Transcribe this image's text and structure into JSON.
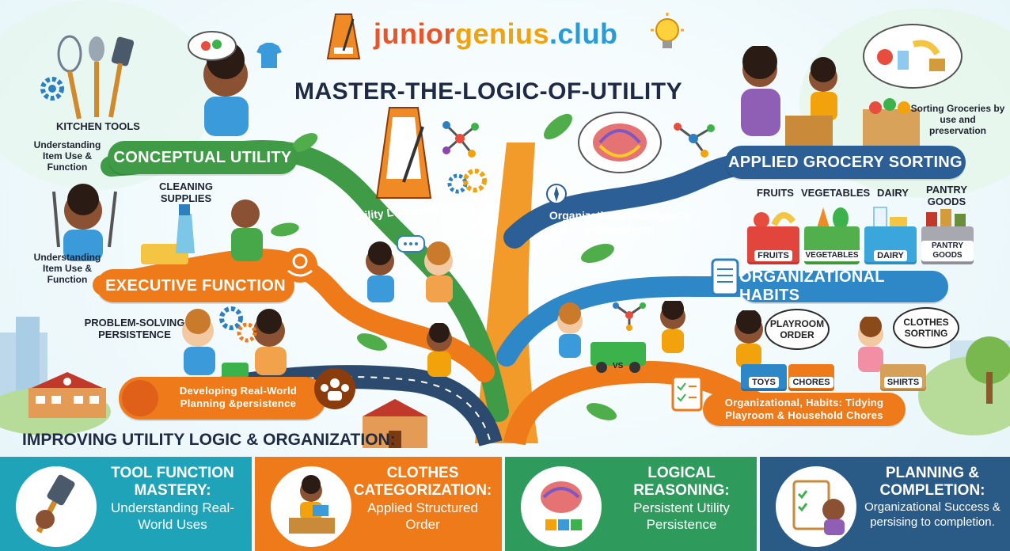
{
  "header": {
    "brand": {
      "parts": [
        "junior",
        "genius",
        ".club"
      ],
      "colors": [
        "#e8552a",
        "#f2a20a",
        "#2b9bd6"
      ]
    },
    "title": "MASTER-THE-LOGIC-OF-UTILITY"
  },
  "left": {
    "kitchen_tools": "KITCHEN TOOLS",
    "understanding_1": "Understanding Item Use & Function",
    "conceptual_utility": "CONCEPTUAL UTILITY",
    "cleaning_supplies": "CLEANING SUPPLIES",
    "understanding_2": "Understanding Item Use & Function",
    "executive_function": "EXECUTIVE FUNCTION",
    "problem_solving": "PROBLEM-SOLVING PERSISTENCE",
    "developing": "Developing Real-World Planning &persistence"
  },
  "center": {
    "utility_pathway": "Utility Logic Pathway",
    "org_intelligence": "Organizational Intelligence Achievement",
    "vs": "VS"
  },
  "right": {
    "sorting_note": "Sorting Groceries by use and preservation",
    "applied_grocery": "APPLIED GROCERY SORTING",
    "categories": [
      "FRUITS",
      "VEGETABLES",
      "DAIRY",
      "PANTRY GOODS"
    ],
    "bins": [
      "FRUITS",
      "VEGETABLES",
      "DAIRY",
      "PANTRY GOODS"
    ],
    "organizational_habits": "ORGANIZATIONAL HABITS",
    "playroom_order": "PLAYROOM ORDER",
    "clothes_sorting": "CLOTHES SORTING",
    "toy_bins": [
      "TOYS",
      "CHORES",
      "SHIRTS"
    ],
    "habits_caption": "Organizational, Habits: Tidying Playroom & Household Chores"
  },
  "improving": "IMPROVING UTILITY LOGIC & ORGANIZATION:",
  "cards": [
    {
      "heading": "TOOL FUNCTION MASTERY:",
      "sub": "Understanding Real-World Uses",
      "color": "#1fa3b8"
    },
    {
      "heading": "CLOTHES CATEGORIZATION:",
      "sub": "Applied Structured Order",
      "color": "#ef7a1a"
    },
    {
      "heading": "LOGICAL REASONING:",
      "sub": "Persistent Utility Persistence",
      "color": "#2e9a5c"
    },
    {
      "heading": "PLANNING & COMPLETION:",
      "sub": "Organizational Success & persising to completion.",
      "color": "#2a5a86"
    }
  ],
  "colors": {
    "green": "#3f9b46",
    "orange": "#ef7a1a",
    "blue": "#2e7fc0",
    "navy": "#1f2a44"
  }
}
